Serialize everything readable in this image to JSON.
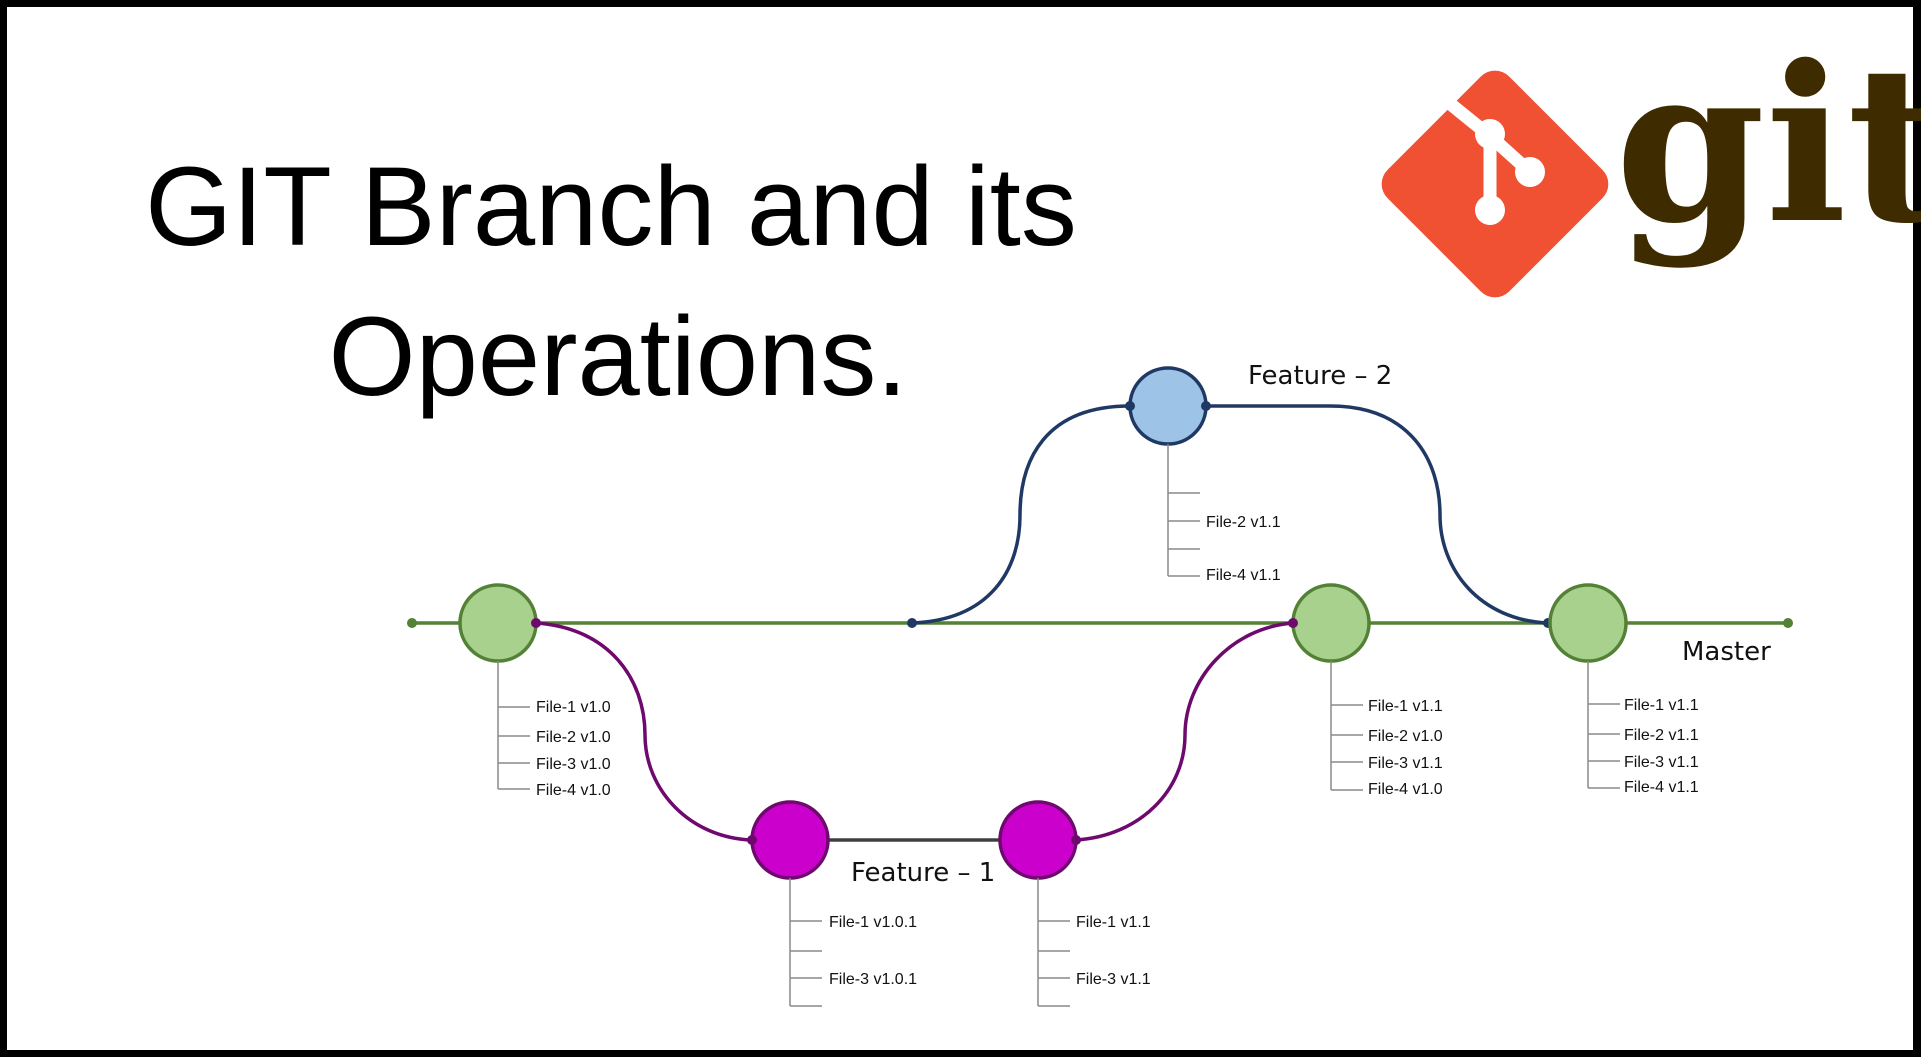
{
  "title": {
    "line1": "GIT Branch and its",
    "line2": "Operations."
  },
  "logo": {
    "icon": "git-logo-icon",
    "wordmark": "git",
    "icon_color": "#F05133",
    "wordmark_color": "#3E2C00"
  },
  "branches": {
    "master": {
      "label": "Master",
      "color": "#538135"
    },
    "feature1": {
      "label": "Feature – 1",
      "color": "#6E0A6E"
    },
    "feature2": {
      "label": "Feature – 2",
      "color": "#203864"
    }
  },
  "commits": {
    "master1": {
      "fill": "#A9D18E",
      "stroke": "#538135",
      "files": [
        "File-1 v1.0",
        "File-2 v1.0",
        "File-3 v1.0",
        "File-4 v1.0"
      ]
    },
    "feature1_a": {
      "fill": "#CC00CC",
      "stroke": "#6E0A6E",
      "files": [
        "File-1 v1.0.1",
        "",
        "File-3 v1.0.1",
        ""
      ]
    },
    "feature1_b": {
      "fill": "#CC00CC",
      "stroke": "#6E0A6E",
      "files": [
        "File-1 v1.1",
        "",
        "File-3 v1.1",
        ""
      ]
    },
    "feature2_a": {
      "fill": "#9DC3E6",
      "stroke": "#203864",
      "files": [
        "",
        "File-2 v1.1",
        "",
        "File-4 v1.1"
      ]
    },
    "master2": {
      "fill": "#A9D18E",
      "stroke": "#538135",
      "files": [
        "File-1 v1.1",
        "File-2 v1.0",
        "File-3 v1.1",
        "File-4 v1.0"
      ]
    },
    "master3": {
      "fill": "#A9D18E",
      "stroke": "#538135",
      "files": [
        "File-1 v1.1",
        "File-2 v1.1",
        "File-3 v1.1",
        "File-4 v1.1"
      ]
    }
  }
}
